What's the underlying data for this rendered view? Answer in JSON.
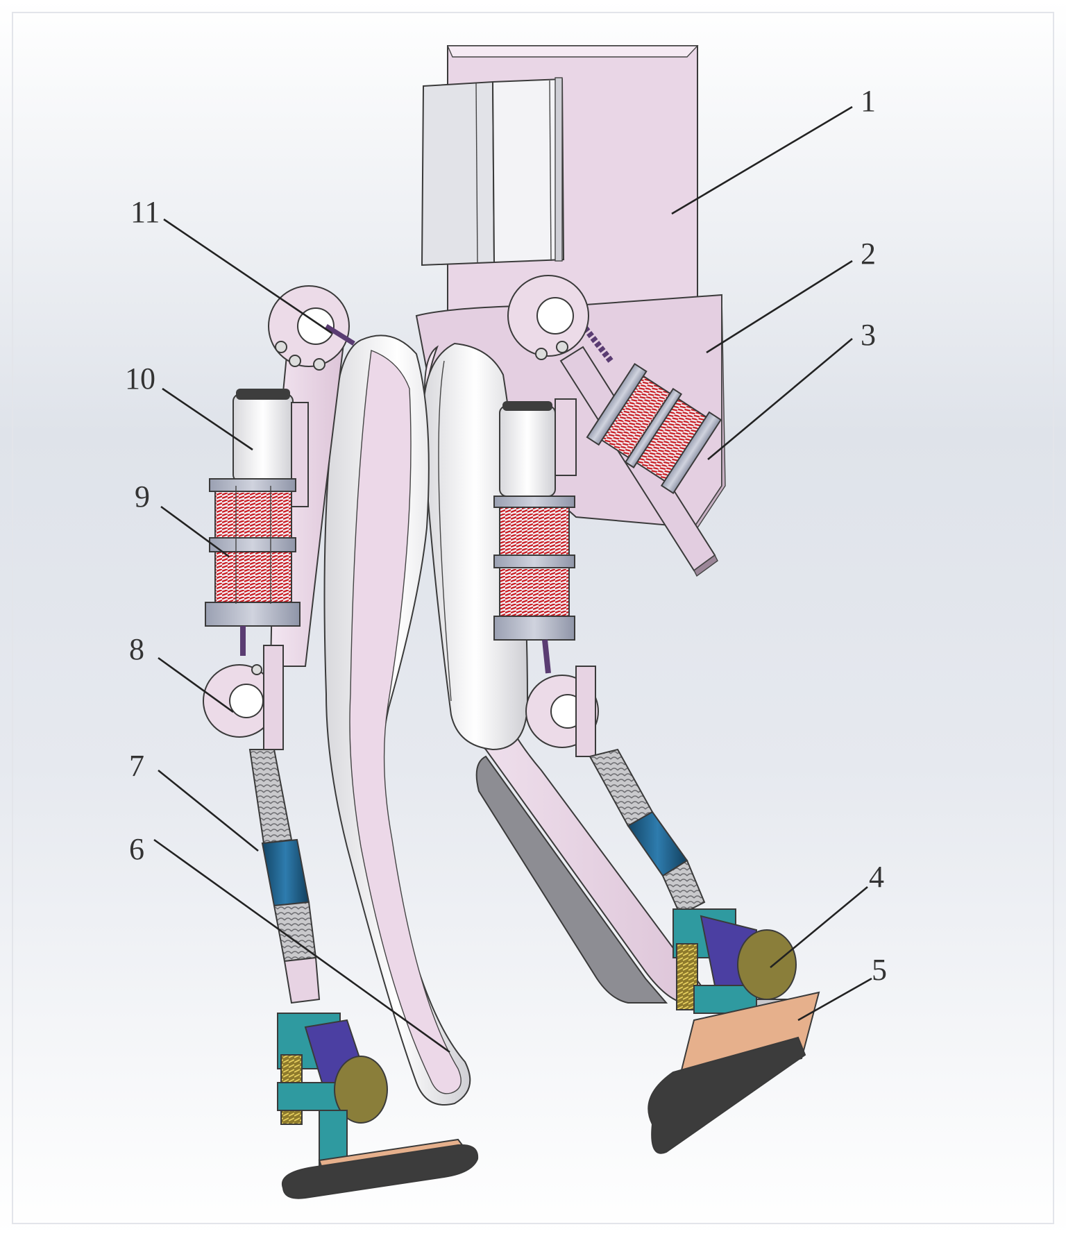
{
  "colors": {
    "background_top": "#ffffff",
    "background_mid": "#d9dde6",
    "frame_pink": "#e8d4e4",
    "frame_pink_dark": "#c9b2c6",
    "white_part": "#f4f4f6",
    "spring_red": "#c8141a",
    "actuator_grey": "#b6bac8",
    "sleeve_blue": "#1e5a82",
    "ankle_teal": "#2f9aa0",
    "ankle_purple": "#4b3fa2",
    "motor_olive": "#8a7e3a",
    "sole_dark": "#3c3c3c",
    "sole_tan": "#e6b08c"
  },
  "labels": {
    "l1": "1",
    "l2": "2",
    "l3": "3",
    "l4": "4",
    "l5": "5",
    "l6": "6",
    "l7": "7",
    "l8": "8",
    "l9": "9",
    "l10": "10",
    "l11": "11"
  }
}
